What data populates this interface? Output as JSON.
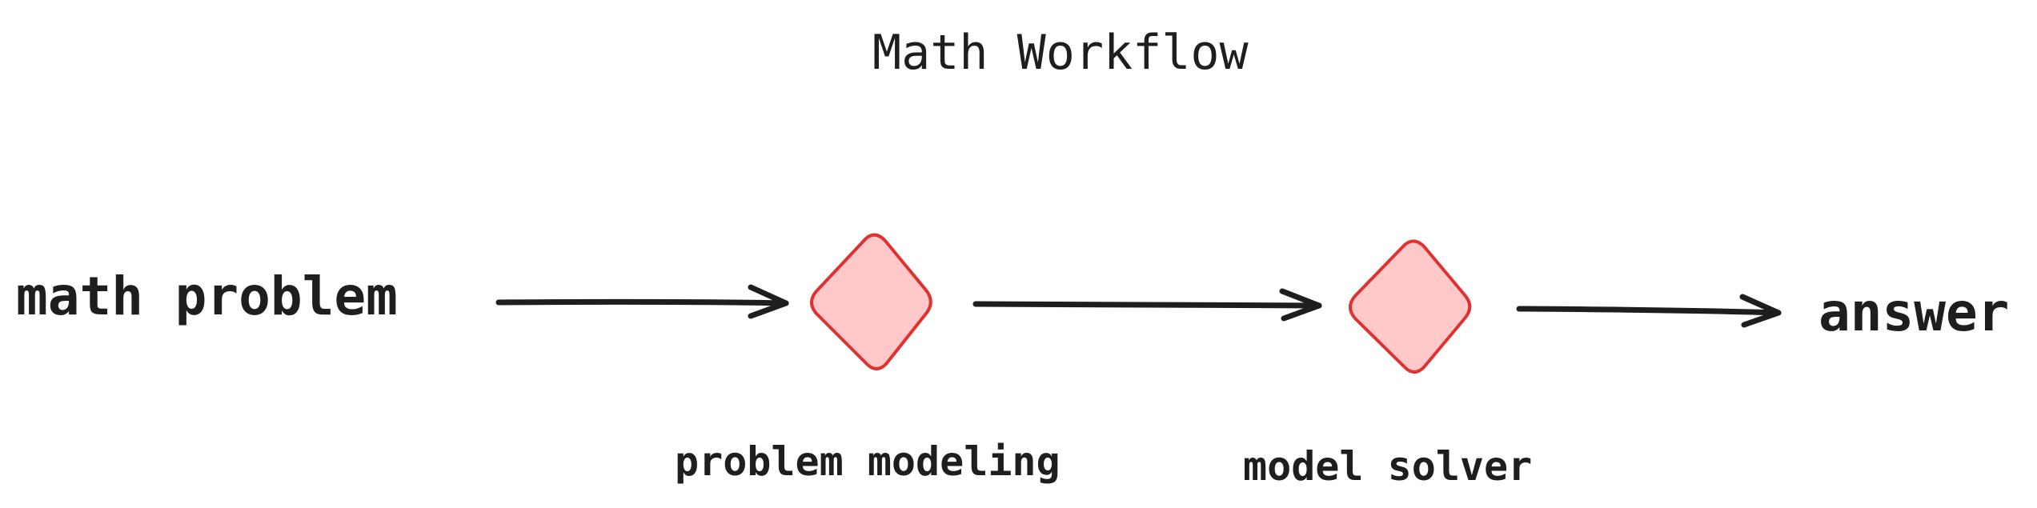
{
  "diagram": {
    "title": "Math Workflow",
    "input": "math problem",
    "output": "answer",
    "steps": [
      {
        "label": "problem modeling"
      },
      {
        "label": "model solver"
      }
    ],
    "colors": {
      "text": "#1e1e1e",
      "decision_fill": "#ffc9c9",
      "decision_stroke": "#e03131",
      "arrow": "#1e1e1e"
    }
  }
}
